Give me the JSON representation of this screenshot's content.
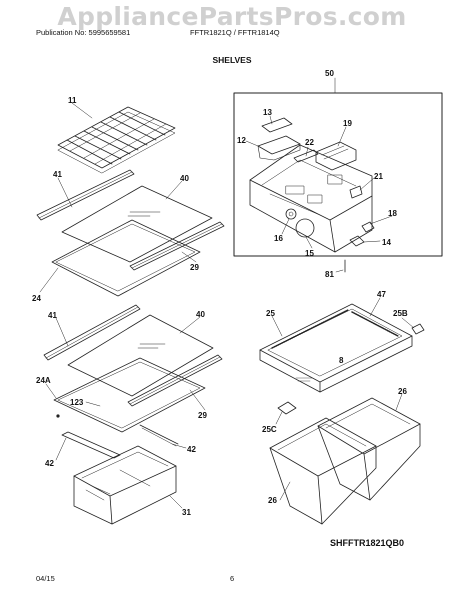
{
  "watermark": "AppliancePartsPros.com",
  "header": {
    "publication": "Publication No: 5995659581",
    "models": "FFTR1821Q / FFTR1814Q",
    "section_title": "SHELVES"
  },
  "callouts": {
    "c11": "11",
    "c41a": "41",
    "c40a": "40",
    "c29a": "29",
    "c24": "24",
    "c41b": "41",
    "c40b": "40",
    "c24a": "24A",
    "c123": "123",
    "c29b": "29",
    "c42a": "42",
    "c42b": "42",
    "c31": "31",
    "c50": "50",
    "c13": "13",
    "c12": "12",
    "c22": "22",
    "c19": "19",
    "c21": "21",
    "c18": "18",
    "c16": "16",
    "c15": "15",
    "c14": "14",
    "c81": "81",
    "c47": "47",
    "c25": "25",
    "c25b": "25B",
    "c26a": "26",
    "c25c": "25C",
    "c26b": "26",
    "c8": "8"
  },
  "diagram_code": "SHFFTR1821QB0",
  "footer": {
    "date": "04/15",
    "page": "6"
  }
}
